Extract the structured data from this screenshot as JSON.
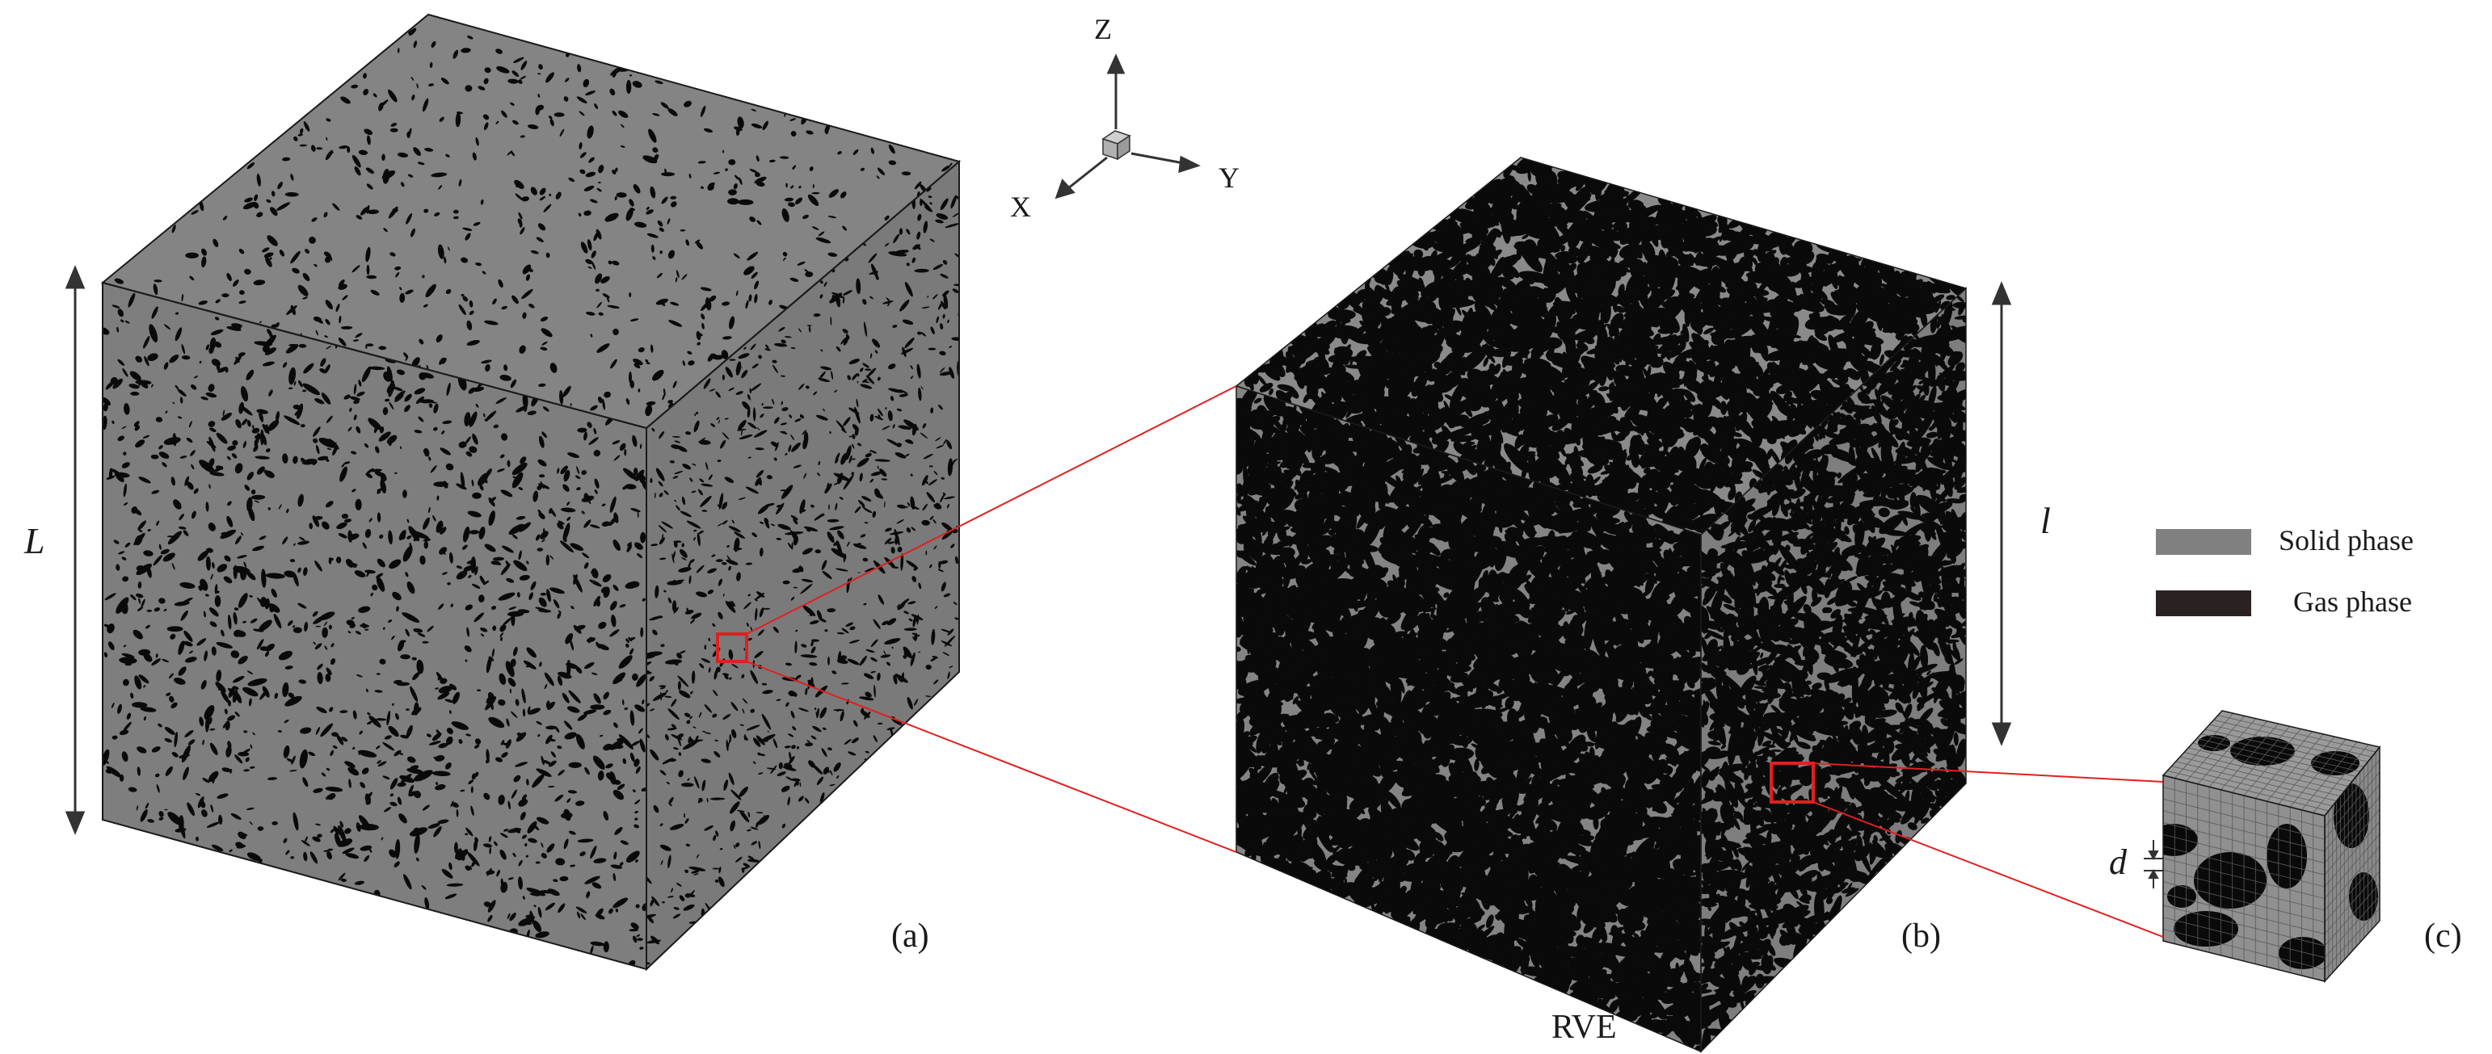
{
  "figure": {
    "panels": [
      {
        "id": "a",
        "label": "(a)",
        "dimension_label": "L",
        "pore_density": "sparse"
      },
      {
        "id": "b",
        "label": "(b)",
        "dimension_label": "l",
        "caption": "RVE",
        "pore_density": "dense"
      },
      {
        "id": "c",
        "label": "(c)",
        "dimension_label": "d",
        "shows_mesh": true
      }
    ],
    "axes": {
      "x": "X",
      "y": "Y",
      "z": "Z"
    },
    "legend": [
      {
        "label": "Solid phase",
        "color": "#808080"
      },
      {
        "label": "Gas phase",
        "color": "#2a2222"
      }
    ],
    "colors": {
      "solid": "#808080",
      "pore": "#0a0a0a",
      "zoom_lines": "#e02020",
      "arrows": "#333333"
    }
  }
}
